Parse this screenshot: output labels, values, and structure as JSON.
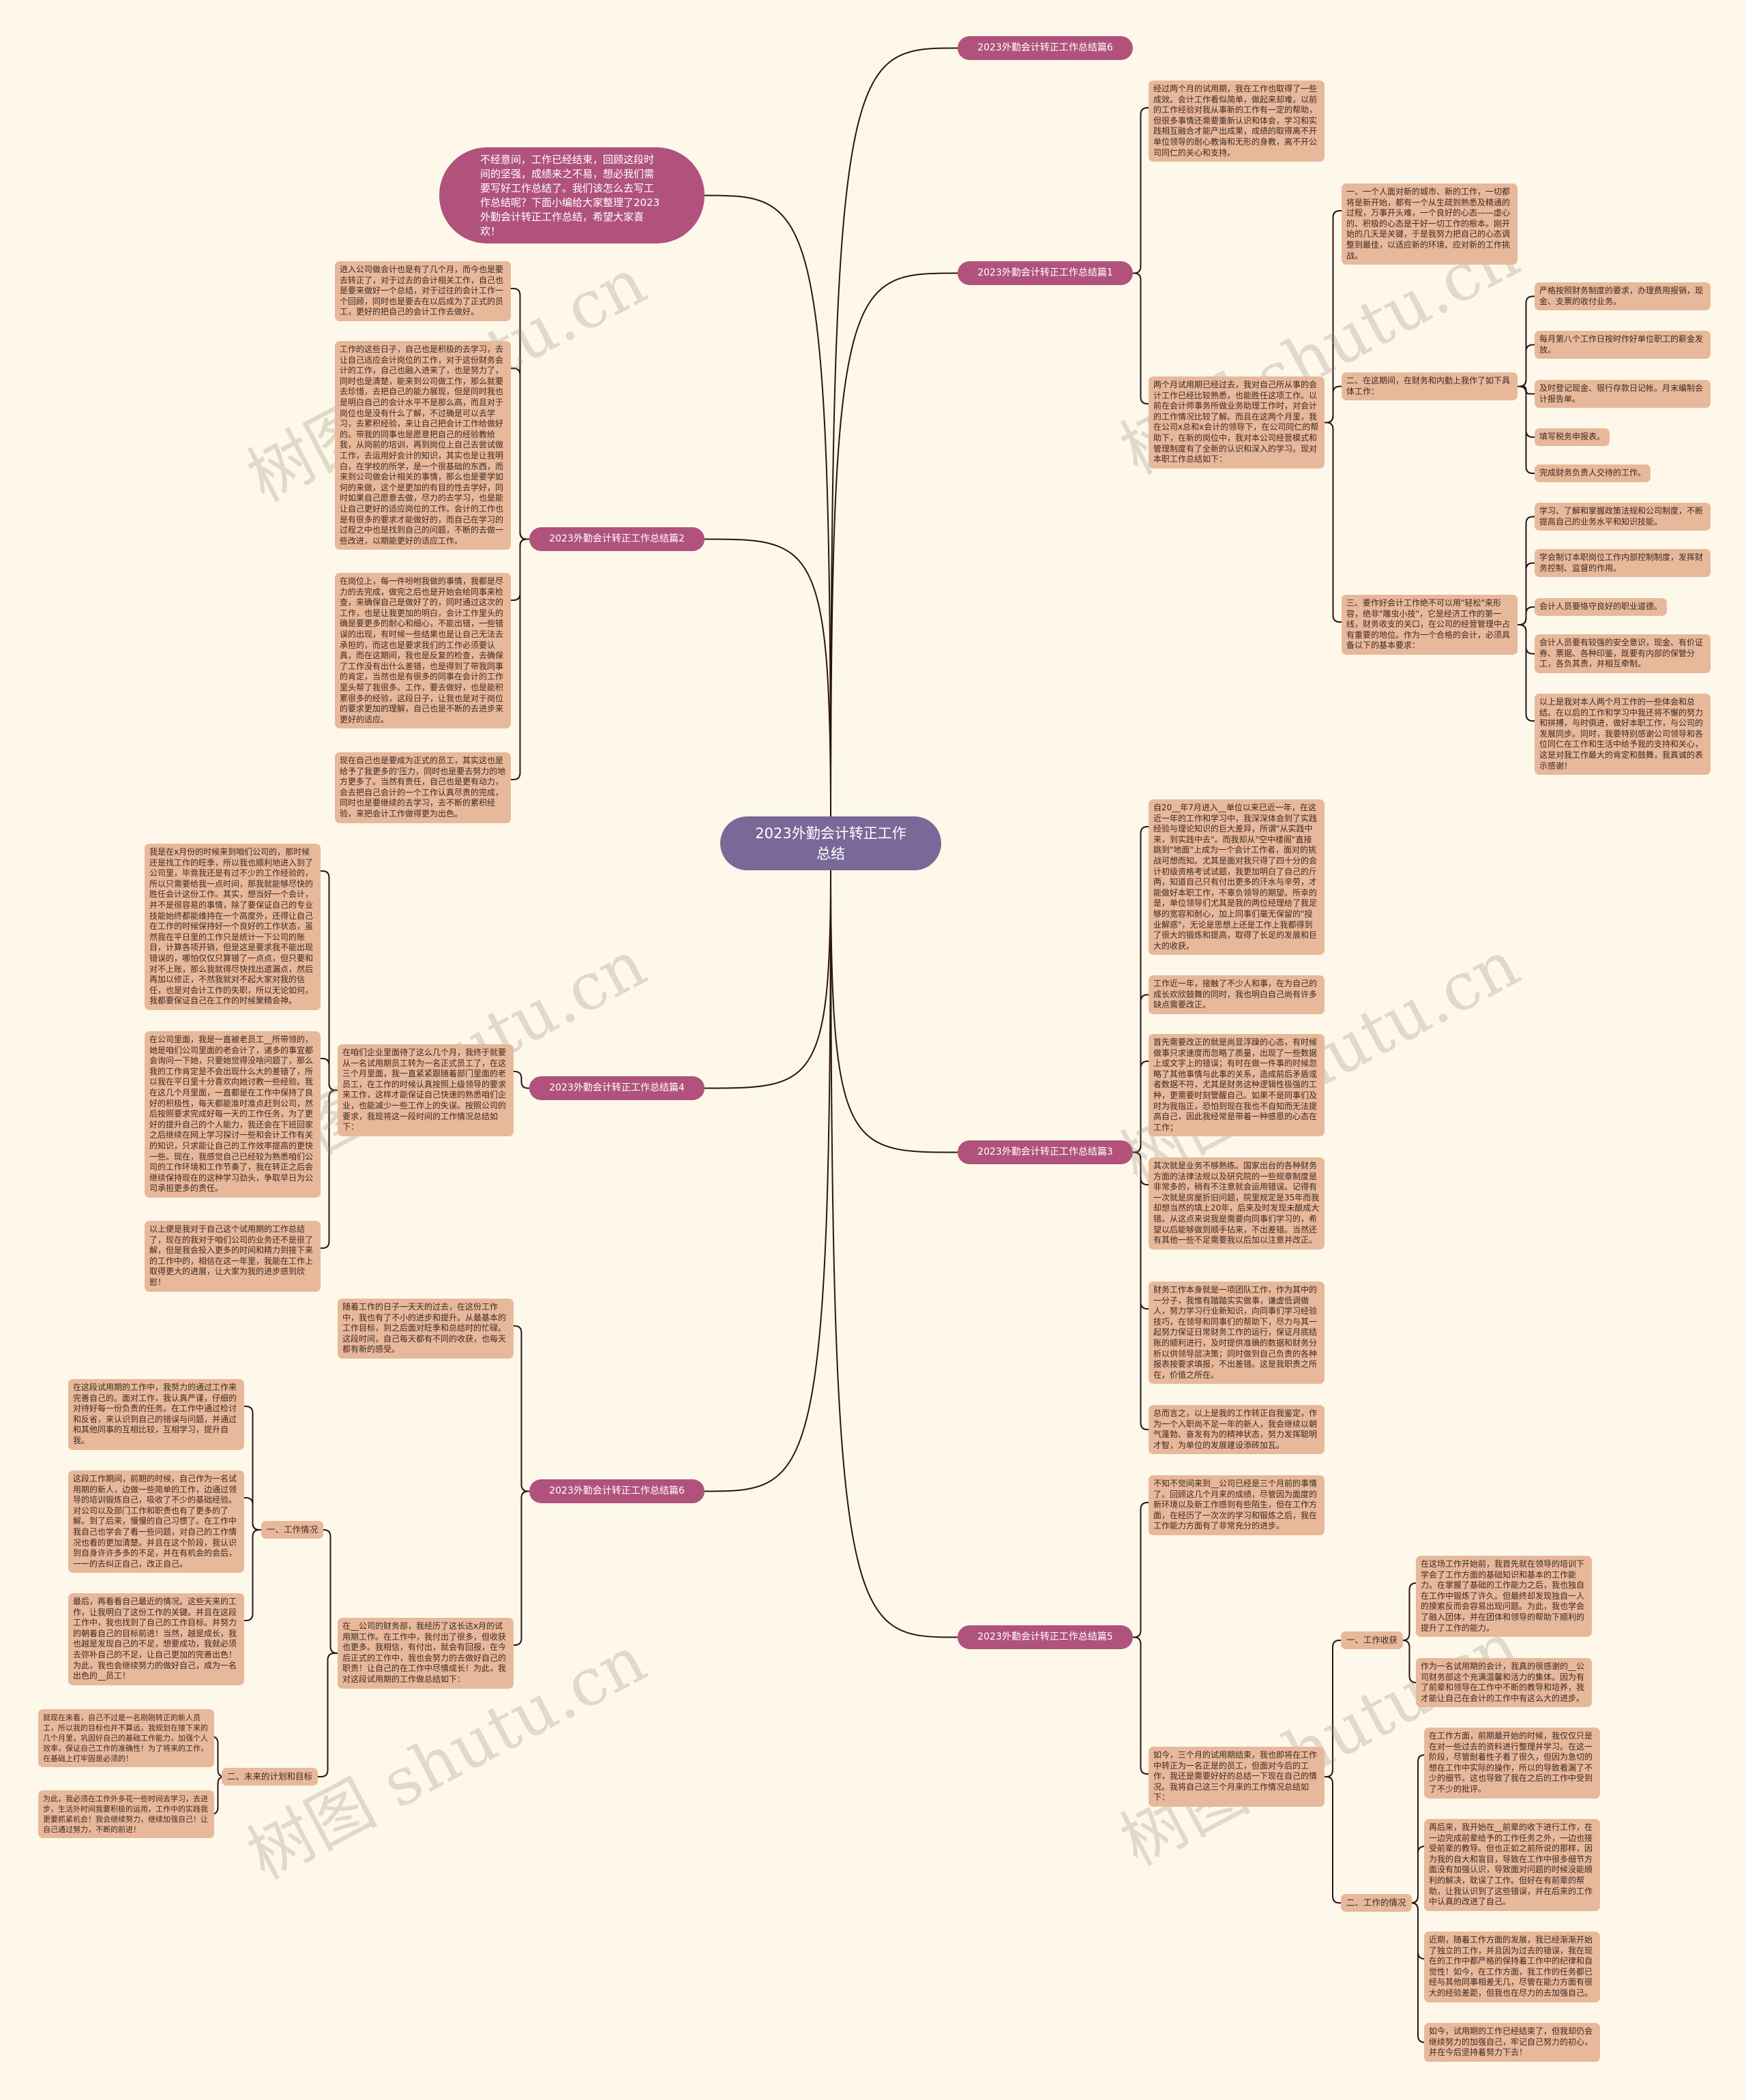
{
  "title": "2023外勤会计转正工作总结",
  "intro": "不经意间，工作已经结束，回顾这段时间的坚强，成绩来之不易，想必我们需要写好工作总结了。我们该怎么去写工作总结呢？下面小编给大家整理了2023外勤会计转正工作总结，希望大家喜欢！",
  "watermark": "树图 shutu.cn",
  "colors": {
    "background": "#fdf8ea",
    "center": "#7a6898",
    "branch": "#b0527c",
    "node": "#e8b89b",
    "line": "#2a1414"
  },
  "b0": {
    "label": "2023外勤会计转正工作总结篇6"
  },
  "b1": {
    "label": "2023外勤会计转正工作总结篇1",
    "a": "经过两个月的试用期，我在工作也取得了一些成效。会计工作看似简单，做起来却难，以前的工作经验对我从事新的工作有一定的帮助，但很多事情还需要重新认识和体会，学习和实践相互融合才能产出成果，成绩的取得离不开单位领导的耐心教诲和无形的身教，离不开公司同仁的关心和支持。",
    "b": "两个月试用期已经过去，我对自己所从事的会计工作已经比较熟悉，也能胜任这项工作。以前在会计师事务所做业务助理工作时，对会计的工作情况比较了解。而且在这两个月里，我在公司x总和x会计的领导下，在公司同仁的帮助下，在新的岗位中，我对本公司经营模式和管理制度有了全新的认识和深入的学习。现对本职工作总结如下：",
    "s1": "一、一个人面对新的城市、新的工作，一切都将是新开始，都有一个从生疏到熟悉及精通的过程，万事开头难，一个良好的心态——虚心的、积极的心态是干好一切工作的根本。刚开始的几天是关键，于是我努力把自己的心态调整到最佳，以适应新的环境、应对新的工作挑战。",
    "s2": "二、在这期间，在财务和内勤上我作了如下具体工作：",
    "s2items": [
      "严格按照财务制度的要求，办理费用报销，现金、支票的收付业务。",
      "每月第八个工作日按时作好单位职工的薪金发放。",
      "及时登记现金、银行存款日记帐。月末编制会计报告单。",
      "填写税务申报表。",
      "完成财务负责人交待的工作。"
    ],
    "s3": "三、要作好会计工作绝不可以用\"轻松\"来形容，绝非\"雕虫小技\"，它是经济工作的第一线，财务收支的关口，在公司的经营管理中占有重要的地位。作为一个合格的会计，必须具备以下的基本要求：",
    "s3items": [
      "学习、了解和掌握政策法规和公司制度，不断提高自己的业务水平和知识技能。",
      "学会制订本职岗位工作内部控制制度，发挥财务控制、监督的作用。",
      "会计人员要恪守良好的职业道德。",
      "会计人员要有较强的安全意识，现金、有价证券、票据、各种印鉴，既要有内部的保管分工，各负其责，并相互牵制。",
      "以上是我对本人两个月工作的一些体会和总结。在以后的工作和学习中我还将不懈的努力和拼搏，与时俱进，做好本职工作，与公司的发展同步。同时，我要特别感谢公司领导和各位同仁在工作和生活中给予我的支持和关心，这是对我工作最大的肯定和鼓舞，我真诚的表示感谢！"
    ]
  },
  "b2": {
    "label": "2023外勤会计转正工作总结篇2",
    "items": [
      "进入公司做会计也是有了几个月，而今也是要去转正了，对于过去的会计相关工作，自己也是要来做好一个总结，对于过往的会计工作一个回顾，同时也是要去在以后成为了正式的员工，更好的把自己的会计工作去做好。",
      "工作的这些日子，自己也是积极的去学习，去让自己适应会计岗位的工作，对于这份财务会计的工作，自己也融入进来了，也是努力了，同时也是清楚，能来到公司做工作，那么就要去珍惜，去把自己的能力展现，但是同时我也是明白自己的会计水平不是那么高，而且对于岗位也是没有什么了解，不过确是可以去学习，去累积经验，来让自己把会计工作给做好的。带我的同事也是愿意把自己的经验教给我，从岗前的培训，再到岗位上自己去尝试做工作，去运用好会计的知识，其实也是让我明白，在学校的所学，是一个很基础的东西，而来到公司做会计相关的事情，那么也是要学如何的来做，这个是更加的有目的性去学好，同时如果自己愿意去做，尽力的去学习，也是能让自己更好的适应岗位的工作。会计的工作也是有很多的要求才能做好的，而自己在学习的过程之中也是找到自己的问题，不断的去做一些改进，以期能更好的适应工作。",
      "在岗位上，每一件吩咐我做的事情，我都是尽力的去完成，做完之后也是开始会给同事来检查，来确保自己是做好了的，同时通过这次的工作，也是让我更加的明白，会计工作里头的确是要更多的耐心和细心，不能出错，一些错误的出现，有时候一些结果也是让自己无法去承担的，而这也是要求我们的工作必须要认真，而在这期间，我也是反复的检查，去确保了工作没有出什么差错，也是得到了带我同事的肯定，当然也是有很多的同事在会计的工作里头帮了我很多。工作，要去做好，也是能积累很多的经验，这段日子，让我也是对于岗位的要求更加的理解，自己也是不断的去进步来更好的适应。",
      "现在自己也是要成为正式的员工，其实这也是给予了我更多的'压力，同时也是要去努力的地方更多了。当然有责任，自己也是更有动力，会去把自己会计的一个工作认真尽责的完成，同时也是要继续的去学习，去不断的累积经验，来把会计工作做得更为出色。"
    ]
  },
  "b4": {
    "label": "2023外勤会计转正工作总结篇4",
    "lead": "在咱们企业里面待了这么几个月，我终于就要从一名试用期员工转为一名正式员工了，在这三个月里面，我一直紧紧跟随着部门里面的老员工，在工作的时候认真按照上级领导的要求来工作，这样才能保证自己快速的熟悉咱们企业，也能减少一些工作上的失误。按照公司的要求，我现将这一段时间的工作情况总结如下：",
    "items": [
      "我是在x月份的时候来到咱们公司的，那时候还是找工作的旺季，所以我也顺利地进入到了公司里，毕竟我还是有过不少的工作经验的，所以只需要给我一点时间，那我就能够尽快的胜任会计这份工作。其实，想当好一个会计，并不是很容易的事情，除了要保证自己的专业技能始终都能维持在一个高度外，还得让自己在工作的时候保持好一个良好的工作状态，虽然我在平日里的工作只是统计一下公司的账目，计算各项开销，但是这是要求我不能出现错误的，哪怕仅仅只算错了一点点，但只要和对不上账，那么我就得尽快找出遗漏点，然后再加以修正，不然我就对不起大家对我的信任，也是对会计工作的失职，所以无论如何，我都要保证自己在工作的时候聚精会神。",
      "在公司里面，我是一直被老员工__所带领的，她是咱们公司里面的老会计了，诸多的事宜都会询问一下她，只要她觉得没啥问题了，那么我的工作肯定是不会出现什么大的差错了，所以我在平日里十分喜欢向她讨教一些经验。我在这几个月里面，一直都是在工作中保持了良好的积极性，每天都能准时准点赶到公司，然后按照要求完成好每一天的工作任务，为了更好的提升自己的个人能力，我还会在下班回家之后继续在网上学习探讨一些和会计工作有关的知识，只求能让自己的工作效率提高的更快一些。现在，我感觉自己已经较为熟悉咱们公司的工作环境和工作节奏了，我在转正之后会继续保持现在的这种学习劲头，争取早日为公司承担更多的责任。",
      "以上便是我对于自己这个试用期的工作总结了，现在的我对于咱们公司的业务还不是很了解，但是我会投入更多的时间和精力到接下来的工作中的，相信在这一年里，我能在工作上取得更大的进展，让大家为我的进步感到欣慰！"
    ]
  },
  "b3": {
    "label": "2023外勤会计转正工作总结篇3",
    "items": [
      "自20__年7月进入__单位以来已近一年，在这近一年的工作和学习中，我深深体会到了实践经验与理论知识的巨大差异，所谓\"从实践中来，到实践中去\"。而我却从\"空中楼阁\"直接跳到\"地面\"上成为一个会计工作者，面对的挑战可想而知。尤其是面对我只得了四十分的会计初级资格考试试题，我更加明白了自己的斤两，知道自己只有付出更多的汗水与辛劳，才能做好本职工作，不辜负领导的期望。所幸的是，单位领导们尤其是我的两位经理给了我足够的宽容和耐心，加上同事们毫无保留的\"授业解惑\"，无论是思想上还是工作上我都得到了很大的锻炼和提高，取得了长足的发展和巨大的收获。",
      "工作近一年，接触了不少人和事，在为自己的成长欢欣鼓舞的同时，我也明白自己尚有许多缺点需要改正。",
      "首先需要改正的就是尚显浮躁的心态，有时候做事只求速度而忽略了质量，出现了一些数据上或文字上的错误；有时在做一件事的时候忽略了其他事情与此事的关系，造成前后矛盾或者数据不符，尤其是财务这种逻辑性极强的工种，更需要时刻警醒自己。如果不是同事们及时为我指正，恐怕到现在我也不自知而无法提高自己，因此我经常是带着一种感恩的心态在工作；",
      "其次就是业务不够熟练。国家出台的各种财务方面的法律法规以及研究院的一些规章制度是非常多的，稍有不注意就会运用错误。记得有一次就是房屋折旧问题，院里规定是35年而我却想当然的填上20年，后来及时发现未酿成大错。从这点来说我是需要向同事们学习的，希望以后能够做到顺手拈来，不出差错。当然还有其他一些不足需要我以后加以注意并改正。",
      "财务工作本身就是一项团队工作，作为其中的一分子，我惟有踏踏实实做事，谦虚低调做人，努力学习行业新知识，向同事们学习经验技巧，在领导和同事们的帮助下，尽力与其一起努力保证日常财务工作的运行，保证月底结账的顺利进行，及时提供准确的数据和财务分析以供领导层决策；同时做到自己负责的各种报表按要求填报，不出差错。这是我职责之所在，价值之所在。",
      "总而言之，以上是我的工作转正自我鉴定，作为一个入职尚不足一年的新人，我会继续以朝气蓬勃、奋发有为的精神状态，努力发挥聪明才智，为单位的发展建设添砖加瓦。"
    ]
  },
  "b6": {
    "label": "2023外勤会计转正工作总结篇6",
    "lead": "随着工作的日子一天天的过去，在这份工作中，我也有了不小的进步和提升。从最基本的工作目标，到之后面对旺季和总结时的忙碌。这段时间，自己每天都有不同的收获，也每天都有新的感受。",
    "main": "在__公司的财务部，我经历了这长达x月的试用期工作。在工作中，我付出了很多，但收获也更多。我相信，有付出，就会有回报，在今后正式的工作中，我也会努力的去做好自己的职责！让自己的在工作中尽情成长！为此，我对这段试用期的工作做总结如下：",
    "sec1": {
      "label": "一、工作情况",
      "items": [
        "在这段试用期的工作中，我努力的通过工作来完善自己的。面对工作，我认真严谨，仔细的对待好每一份负责的任务。在工作中通过检讨和反省，来认识到自己的错误与问题，并通过和其他同事的互相比较，互相学习，提升自我。",
        "这段工作期间，前期的时候，自己作为一名试用期的新人，边做一些简单的工作，边通过领导的培训锻炼自己，吸收了不少的基础经验。对公司以及部门工作和职责也有了更多的了解。到了后来，慢慢的自己习惯了。在工作中我自己也学会了看一些问题，对自己的工作情况也看的更加清楚。并且在这个阶段，我认识到自身许许多多的不足，并在有机会的会后，一一的去纠正自己，改正自己。",
        "最后，再看看自己最近的情况。这些天来的工作，让我明白了这份工作的关键。并且在这段工作中，我也找到了自己的工作目标。并努力的朝着自己的目标前进！当然，越是成长，我也越是发现自己的不足，想要成功，我就必须去弥补自己的不足，让自己更加的完善出色！为此，我也会继续努力的做好自己，成为一名出色的__员工！"
      ]
    },
    "sec2": {
      "label": "二、未来的计划和目标",
      "items": [
        "就现在来看，自己不过是一名刚刚转正的新人员工，所以我的目标也并不算远，我规划在接下来的几个月里，巩固好自己的基础工作能力，加强个人效率，保证自己工作的准确性！为了将来的工作，在基础上打牢固是必须的！",
        "为此，我必须在工作外多花一些时间去学习，去进步，生活外时间我要积极的运用，工作中的实践我更要抓紧机会！我会继续努力，继续加强自己！让自己通过努力，不断的前进！"
      ]
    }
  },
  "b5": {
    "label": "2023外勤会计转正工作总结篇5",
    "lead": "不知不觉间来到__公司已经是三个月前的事情了。回顾这几个月来的成绩，尽管因为面度的新环境以及新工作感到有些陌生，但在工作方面，在经历了一次次的学习和锻炼之后，我在工作能力方面有了非常充分的进步。",
    "main": "如今，三个月的试用期结束，我也即将在工作中转正为一名正是的员工，但面对今后的工作，我还是需要好好的总结一下现在自己的情况。我将自己这三个月来的工作情况总结如下：",
    "sec1": {
      "label": "一、工作收获",
      "items": [
        "在这场工作开始前，我首先就在领导的培训下学会了工作方面的基础知识和基本的工作能力。在掌握了基础的工作能力之后，我也独自在工作中锻炼了许久。但最终却发现独自一人的摸索反而会容易出现问题。为此，我也学会了融入团体，并在团体和领导的帮助下顺利的提升了工作的能力。",
        "作为一名试用期的会计，我真的很感谢的__公司财务部这个充满温馨和活力的集体。因为有了前辈和领导在工作中不断的教导和培养，我才能让自己在会计的工作中有这么大的进步。"
      ]
    },
    "sec2": {
      "label": "二、工作的情况",
      "items": [
        "在工作方面，前期最开始的时候，我仅仅只是在对一些过去的资料进行整理并学习。在这一阶段，尽管耐着性子看了很久，但因为急切的想在工作中实际的操作，所以的导致看漏了不少的细节。这也导致了我在之后的工作中受到了不少的批评。",
        "再后来，我开始在__前辈的收下进行工作，在一边完成前辈给予的工作任务之外，一边也接受前辈的教导。但也正如之前所说的那样，因为我的自大和盲目，导致在工作中很多细节方面没有加强认识，导致面对问题的时候没能顺利的解决，耽误了工作。但好在有前辈的帮助，让我认识到了这些错误，并在后来的工作中认真的改进了自己。",
        "近期，随着工作方面的发展，我已经渐渐开始了独立的工作，并且因为过去的错误，我在现在的工作中都严格的保持着工作中的纪律和自觉性！如今，在工作方面，我工作的任务都已经与其他同事相差无几，尽管在能力方面有很大的经验差距，但我也在尽力的去加强自己。",
        "如今，试用期的工作已经结束了，但我却仍会继续努力的加强自己，牢记自己努力的初心，并在今后坚持着努力下去！"
      ]
    }
  }
}
